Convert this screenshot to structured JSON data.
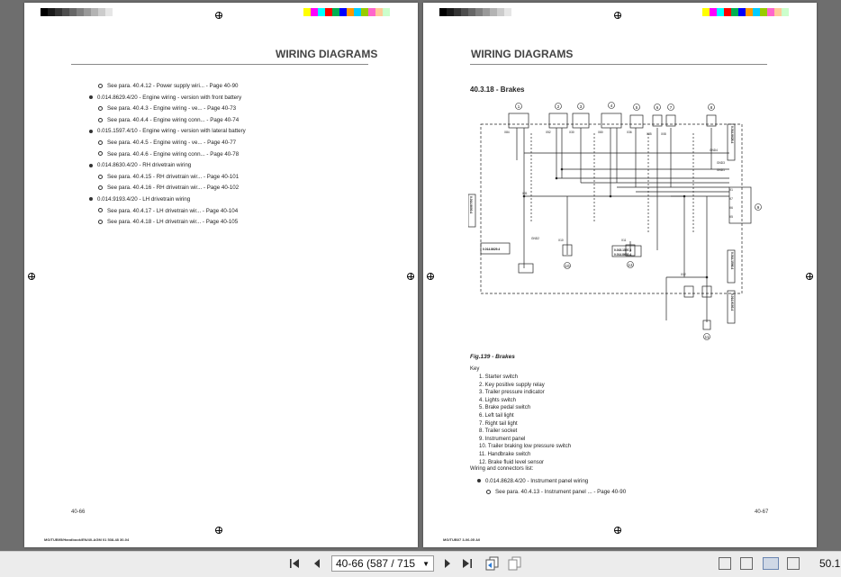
{
  "calibration_colors": {
    "gray": [
      "#000000",
      "#1a1a1a",
      "#333333",
      "#4d4d4d",
      "#666666",
      "#808080",
      "#999999",
      "#b3b3b3",
      "#cccccc",
      "#e6e6e6"
    ],
    "color": [
      "#ffff00",
      "#ff00ff",
      "#00ffff",
      "#ff0000",
      "#00b050",
      "#0000ff",
      "#ff9900",
      "#00ccff",
      "#99cc00",
      "#ff66cc",
      "#ffcc99",
      "#ccffcc"
    ]
  },
  "left_page": {
    "header": "WIRING DIAGRAMS",
    "toc": [
      {
        "level": 2,
        "text": "See para. 40.4.12 - Power supply wiri... - Page 40-90"
      },
      {
        "level": 1,
        "text": "0.014.8629.4/20 - Engine wiring - version with front battery"
      },
      {
        "level": 2,
        "text": "See para. 40.4.3 - Engine wiring - ve... - Page 40-73"
      },
      {
        "level": 2,
        "text": "See para. 40.4.4 - Engine wiring conn... - Page 40-74"
      },
      {
        "level": 1,
        "text": "0.015.1597.4/10 - Engine wiring - version with lateral battery"
      },
      {
        "level": 2,
        "text": "See para. 40.4.5 - Engine wiring - ve... - Page 40-77"
      },
      {
        "level": 2,
        "text": "See para. 40.4.6 - Engine wiring conn... - Page 40-78"
      },
      {
        "level": 1,
        "text": "0.014.8630.4/20 - RH drivetrain wiring"
      },
      {
        "level": 2,
        "text": "See para. 40.4.15 - RH drivetrain wir... - Page 40-101"
      },
      {
        "level": 2,
        "text": "See para. 40.4.16 - RH drivetrain wir... - Page 40-102"
      },
      {
        "level": 1,
        "text": "0.014.9193.4/20 - LH drivetrain wiring"
      },
      {
        "level": 2,
        "text": "See para. 40.4.17 - LH drivetrain wir... - Page 40-104"
      },
      {
        "level": 2,
        "text": "See para. 40.4.18 - LH drivetrain wir... - Page 40-105"
      }
    ],
    "page_number": "40-66",
    "footer": "MG/TUB95/Handbook/EN/40-AGM 01 538-48  30-04"
  },
  "right_page": {
    "header": "WIRING DIAGRAMS",
    "section_title": "40.3.18 - Brakes",
    "diagram": {
      "component_numbers": [
        "1",
        "2",
        "3",
        "4",
        "5",
        "6",
        "7",
        "8",
        "9",
        "10",
        "11",
        "12"
      ],
      "connector_labels": [
        "X84",
        "X52",
        "X30",
        "X80",
        "X36",
        "X35",
        "X08",
        "GND4",
        "GND3",
        "GND1",
        "GND2",
        "X31",
        "X1",
        "X7",
        "X6",
        "X5",
        "X10",
        "X11",
        "X12"
      ],
      "drawing_codes": [
        "0.014.8628.4",
        "0.014.1596.4",
        "0.014.8600.4",
        "0.014.8629.4",
        "0.015.1597.4",
        "0.014.8630.4",
        "0.014.9193.4"
      ]
    },
    "figure_caption": "Fig.139 - Brakes",
    "key_label": "Key",
    "key_items": [
      "1.  Starter switch",
      "2.  Key positive supply relay",
      "3.  Trailer pressure indicator",
      "4.  Lights switch",
      "5.  Brake pedal switch",
      "6.  Left tail light",
      "7.  Right tail light",
      "8.  Trailer socket",
      "9.  Instrument panel",
      "10. Trailer braking low pressure switch",
      "11. Handbrake switch",
      "12. Brake fluid level sensor"
    ],
    "wiring_list_label": "Wiring and connectors list:",
    "wiring_list": [
      {
        "level": 1,
        "text": "0.014.8628.4/20 - Instrument panel wiring"
      },
      {
        "level": 2,
        "text": "See para. 40.4.13 - Instrument panel ... - Page 40-90"
      }
    ],
    "page_number": "40-67",
    "footer": "MG/TUB07  3-06-05 A0"
  },
  "toolbar": {
    "first_icon": "first-page-icon",
    "prev_icon": "previous-page-icon",
    "page_display": "40-66 (587 / 715",
    "next_icon": "next-page-icon",
    "last_icon": "last-page-icon",
    "zoom": "50.1"
  }
}
